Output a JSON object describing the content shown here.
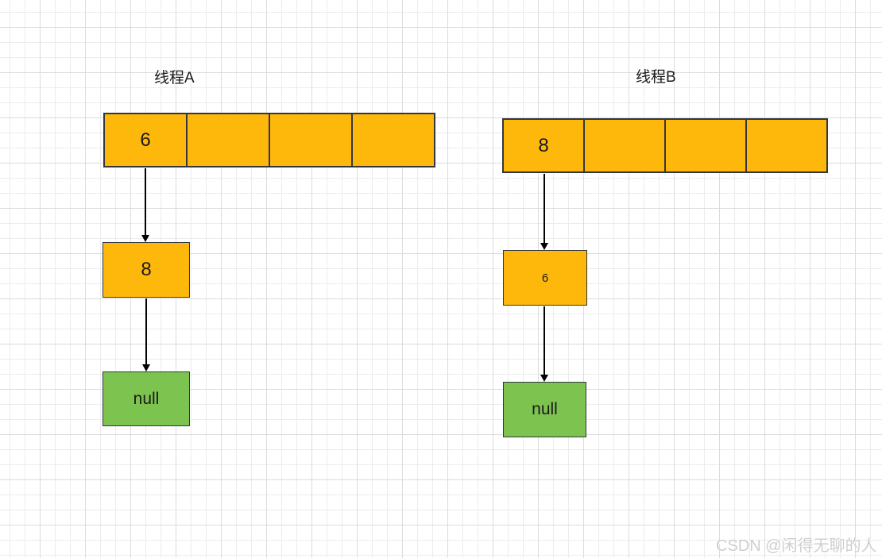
{
  "colors": {
    "grid-minor": "#ececec",
    "grid-major": "#dcdcdc",
    "orange-fill": "#feb80c",
    "green-fill": "#7dc34f",
    "shape-border": "#33373d",
    "text": "#1a1a1a",
    "watermark": "#cfcfcf"
  },
  "threads": [
    {
      "title": "线程A",
      "array_cells": [
        "6",
        "",
        "",
        ""
      ],
      "node_value": "8",
      "tail_value": "null"
    },
    {
      "title": "线程B",
      "array_cells": [
        "8",
        "",
        "",
        ""
      ],
      "node_value": "6",
      "tail_value": "null"
    }
  ],
  "watermark": "CSDN @闲得无聊的人"
}
